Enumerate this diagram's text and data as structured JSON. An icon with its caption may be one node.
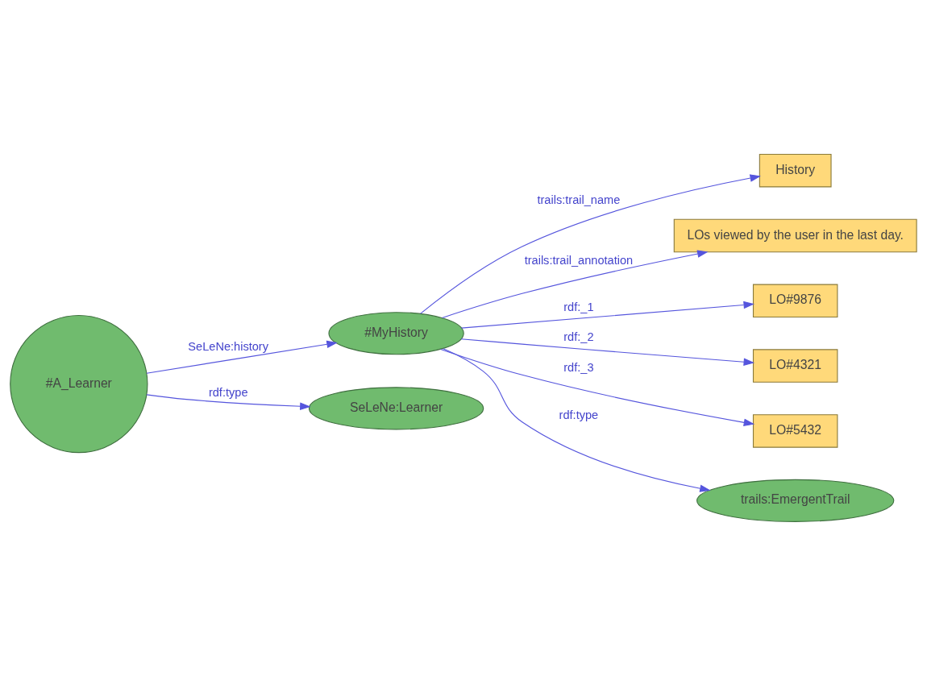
{
  "diagram": {
    "nodes": [
      {
        "text": [
          "History"
        ]
      },
      {
        "text": [
          "LOs viewed by the user in the last day."
        ]
      },
      {
        "text": [
          "LO#9876"
        ]
      },
      {
        "text": [
          "#A_Learner"
        ]
      },
      {
        "text": [
          "#MyHistory"
        ]
      },
      {
        "text": [
          "LO#4321"
        ]
      },
      {
        "text": [
          "LO#5432"
        ]
      },
      {
        "text": [
          "SeLeNe:Learner"
        ]
      },
      {
        "text": [
          "trails:EmergentTrail"
        ]
      }
    ],
    "edges": [
      {
        "from": 3,
        "to": 4,
        "arrow": "to",
        "label": "SeLeNe:history"
      },
      {
        "from": 4,
        "to": 0,
        "arrow": "to",
        "label": "trails:trail_name"
      },
      {
        "from": 4,
        "to": 1,
        "arrow": "to",
        "label": "trails:trail_annotation"
      },
      {
        "from": 4,
        "to": 2,
        "arrow": "to",
        "label": "rdf:_1"
      },
      {
        "from": 4,
        "to": 5,
        "arrow": "to",
        "label": "rdf:_2"
      },
      {
        "from": 4,
        "to": 6,
        "arrow": "to",
        "label": "rdf:_3"
      },
      {
        "from": 3,
        "to": 7,
        "arrow": "to",
        "label": "rdf:type"
      },
      {
        "from": 4,
        "to": 8,
        "arrow": "to",
        "label": "rdf:type"
      }
    ]
  }
}
